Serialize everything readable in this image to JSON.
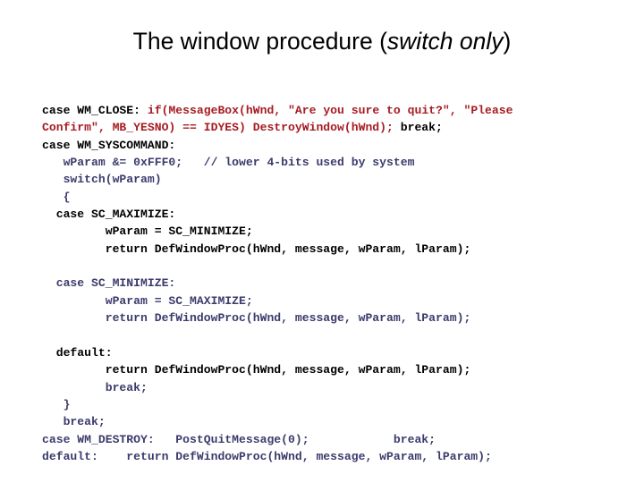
{
  "slide": {
    "title_prefix": "The window procedure (",
    "title_italic": "switch only",
    "title_suffix": ")"
  },
  "colors": {
    "black": "#000000",
    "red": "#a61c22",
    "navy": "#3b3b6d",
    "background": "#ffffff"
  },
  "code": {
    "language": "c",
    "lines": [
      {
        "id": "line-1",
        "segments": [
          {
            "text": "case WM_CLOSE: ",
            "color": "black"
          },
          {
            "text": "if(MessageBox(hWnd, \"Are you sure to quit?\", \"Please",
            "color": "red"
          }
        ]
      },
      {
        "id": "line-2",
        "segments": [
          {
            "text": "Confirm\", MB_YESNO) == IDYES) DestroyWindow(hWnd); ",
            "color": "red"
          },
          {
            "text": "break;",
            "color": "black"
          }
        ]
      },
      {
        "id": "line-3",
        "segments": [
          {
            "text": "case WM_SYSCOMMAND:",
            "color": "black"
          }
        ]
      },
      {
        "id": "line-4",
        "segments": [
          {
            "text": "   wParam &= 0xFFF0;   // lower 4-bits used by system",
            "color": "navy"
          }
        ]
      },
      {
        "id": "line-5",
        "segments": [
          {
            "text": "   switch(wParam)",
            "color": "navy"
          }
        ]
      },
      {
        "id": "line-6",
        "segments": [
          {
            "text": "   {",
            "color": "navy"
          }
        ]
      },
      {
        "id": "line-7",
        "segments": [
          {
            "text": "  case SC_MAXIMIZE:",
            "color": "black"
          }
        ]
      },
      {
        "id": "line-8",
        "segments": [
          {
            "text": "         wParam = SC_MINIMIZE;",
            "color": "black"
          }
        ]
      },
      {
        "id": "line-9",
        "segments": [
          {
            "text": "         return DefWindowProc(hWnd, message, wParam, lParam);",
            "color": "black"
          }
        ]
      },
      {
        "id": "line-10",
        "segments": [
          {
            "text": "",
            "color": "black"
          }
        ]
      },
      {
        "id": "line-11",
        "segments": [
          {
            "text": "  case SC_MINIMIZE:",
            "color": "navy"
          }
        ]
      },
      {
        "id": "line-12",
        "segments": [
          {
            "text": "         wParam = SC_MAXIMIZE;",
            "color": "navy"
          }
        ]
      },
      {
        "id": "line-13",
        "segments": [
          {
            "text": "         return DefWindowProc(hWnd, message, wParam, lParam);",
            "color": "navy"
          }
        ]
      },
      {
        "id": "line-14",
        "segments": [
          {
            "text": "",
            "color": "black"
          }
        ]
      },
      {
        "id": "line-15",
        "segments": [
          {
            "text": "  default:",
            "color": "black"
          }
        ]
      },
      {
        "id": "line-16",
        "segments": [
          {
            "text": "         return DefWindowProc(hWnd, message, wParam, lParam);",
            "color": "black"
          }
        ]
      },
      {
        "id": "line-17",
        "segments": [
          {
            "text": "         break;",
            "color": "navy"
          }
        ]
      },
      {
        "id": "line-18",
        "segments": [
          {
            "text": "   }",
            "color": "navy"
          }
        ]
      },
      {
        "id": "line-19",
        "segments": [
          {
            "text": "   break;",
            "color": "navy"
          }
        ]
      },
      {
        "id": "line-20",
        "segments": [
          {
            "text": "case WM_DESTROY:   PostQuitMessage(0);            break;",
            "color": "navy"
          }
        ]
      },
      {
        "id": "line-21",
        "segments": [
          {
            "text": "default:    return DefWindowProc(hWnd, message, wParam, lParam);",
            "color": "navy"
          }
        ]
      }
    ]
  }
}
